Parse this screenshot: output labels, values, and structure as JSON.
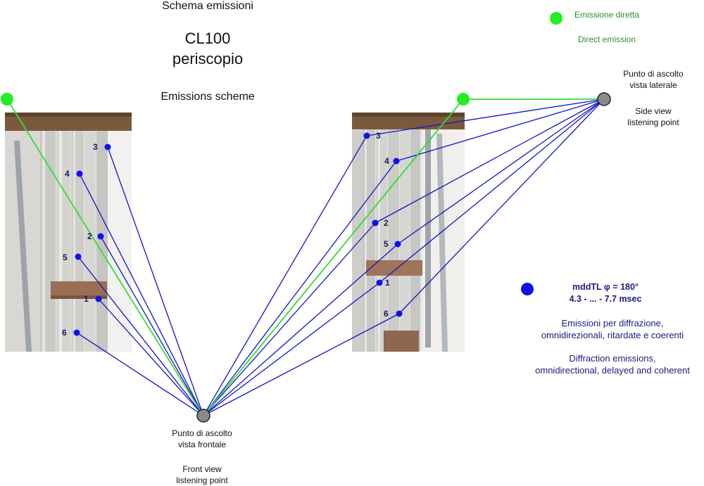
{
  "title": {
    "line1": "Schema emissioni",
    "line2": "CL100",
    "line3": "periscopio",
    "line4": "Emissions scheme"
  },
  "legend": {
    "direct_it": "Emissione diretta",
    "direct_en": "Direct emission",
    "direct_color": "#22ee22",
    "diffraction_color": "#1010ee",
    "diffraction_title": "mddTL  φ = 180°",
    "diffraction_range": "4.3 - ... - 7.7 msec",
    "desc_it_1": "Emissioni per diffrazione,",
    "desc_it_2": "omnidirezionali, ritardate e coerenti",
    "desc_en_1": "Diffraction emissions,",
    "desc_en_2": "omnidirectional, delayed and coherent"
  },
  "front_listening_point": {
    "it_1": "Punto di ascolto",
    "it_2": "vista frontale",
    "en_1": "Front view",
    "en_2": "listening point"
  },
  "side_listening_point": {
    "it_1": "Punto di ascolto",
    "it_2": "vista laterale",
    "en_1": "Side view",
    "en_2": "listening point"
  },
  "front_emitters": [
    "3",
    "4",
    "2",
    "5",
    "1",
    "6"
  ],
  "side_emitters": [
    "3",
    "4",
    "2",
    "5",
    "1",
    "6"
  ]
}
